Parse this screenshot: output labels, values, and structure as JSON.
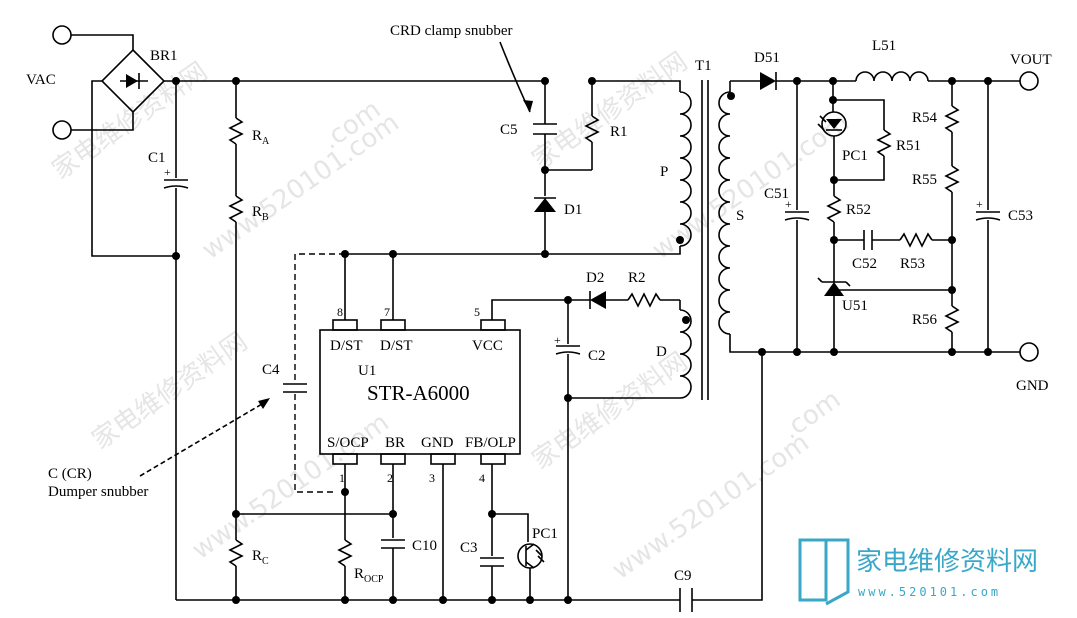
{
  "title_annotation": "CRD clamp snubber",
  "dumper_annotation": [
    "C (CR)",
    "Dumper snubber"
  ],
  "ic": {
    "ref": "U1",
    "part": "STR-A6000",
    "top_pins": [
      {
        "num": "8",
        "name": "D/ST"
      },
      {
        "num": "7",
        "name": "D/ST"
      },
      {
        "num": "5",
        "name": "VCC"
      }
    ],
    "bottom_pins": [
      {
        "num": "1",
        "name": "S/OCP"
      },
      {
        "num": "2",
        "name": "BR"
      },
      {
        "num": "3",
        "name": "GND"
      },
      {
        "num": "4",
        "name": "FB/OLP"
      }
    ]
  },
  "labels": {
    "vac": "VAC",
    "br1": "BR1",
    "c1": "C1",
    "ra": "R",
    "ra_sub": "A",
    "rb": "R",
    "rb_sub": "B",
    "rc": "R",
    "rc_sub": "C",
    "rocp": "R",
    "rocp_sub": "OCP",
    "c4": "C4",
    "c5": "C5",
    "r1": "R1",
    "d1": "D1",
    "d2": "D2",
    "r2": "R2",
    "c2": "C2",
    "c3": "C3",
    "c9": "C9",
    "c10": "C10",
    "pc1_primary": "PC1",
    "t1": "T1",
    "p": "P",
    "s": "S",
    "d": "D",
    "d51": "D51",
    "l51": "L51",
    "vout": "VOUT",
    "gnd": "GND",
    "pc1_secondary": "PC1",
    "r51": "R51",
    "r52": "R52",
    "c51": "C51",
    "c52": "C52",
    "r53": "R53",
    "u51": "U51",
    "r54": "R54",
    "r55": "R55",
    "r56": "R56",
    "c53": "C53"
  },
  "watermark": {
    "text_cn": "家电维修资料网",
    "url": "www.520101.com",
    "url_short": ".com",
    "brand_cn": "家电维修资料网",
    "brand_url": "www.520101.com"
  }
}
